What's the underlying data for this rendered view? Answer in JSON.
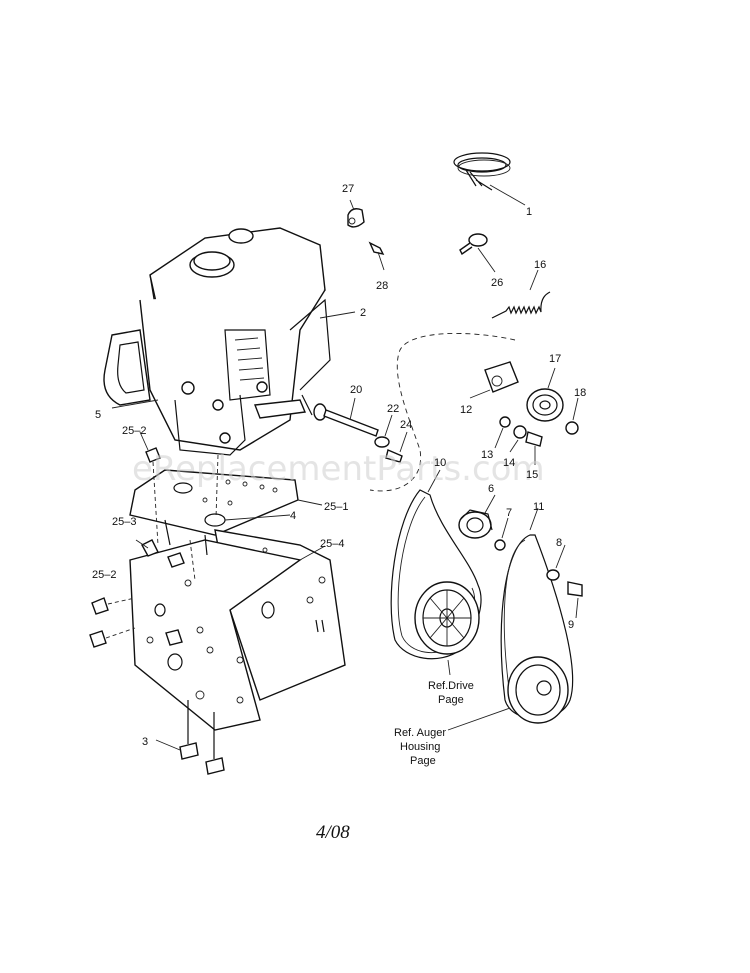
{
  "watermark": "eReplacementParts.com",
  "footer": {
    "date": "4/08"
  },
  "callouts": {
    "c1": "1",
    "c2": "2",
    "c3": "3",
    "c4": "4",
    "c5": "5",
    "c6": "6",
    "c7": "7",
    "c8": "8",
    "c9": "9",
    "c10": "10",
    "c11": "11",
    "c12": "12",
    "c13": "13",
    "c14": "14",
    "c15": "15",
    "c16": "16",
    "c17": "17",
    "c18": "18",
    "c20": "20",
    "c22": "22",
    "c24": "24",
    "c26": "26",
    "c27": "27",
    "c28": "28",
    "c25_1": "25–1",
    "c25_2a": "25–2",
    "c25_2b": "25–2",
    "c25_3": "25–3",
    "c25_4": "25–4"
  },
  "references": {
    "drive_line1": "Ref.Drive",
    "drive_line2": "Page",
    "auger_line1": "Ref. Auger",
    "auger_line2": "Housing",
    "auger_line3": "Page"
  }
}
